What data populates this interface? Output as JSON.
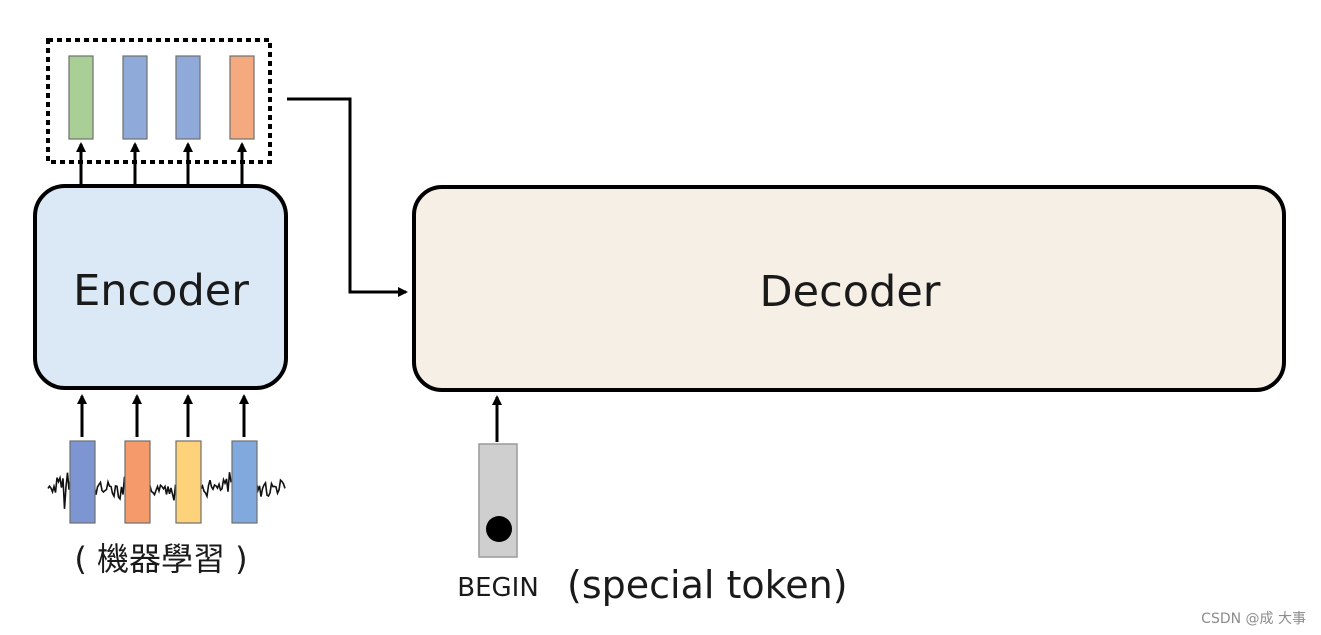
{
  "encoder": {
    "label": "Encoder",
    "fill": "#dbe8f5"
  },
  "decoder": {
    "label": "Decoder",
    "fill": "#f6efe6"
  },
  "output_vectors": {
    "colors": [
      "#a9cf96",
      "#8fa9d8",
      "#8fa9d8",
      "#f4a97e"
    ]
  },
  "input_vectors": {
    "colors": [
      "#7d95d1",
      "#f59a6a",
      "#fdd27a",
      "#82a9de"
    ]
  },
  "input_caption": "( 機器學習 )",
  "begin_token": {
    "label": "BEGIN",
    "note": "(special token)",
    "fill": "#cfcfcf"
  },
  "watermark": "CSDN @成 大事"
}
